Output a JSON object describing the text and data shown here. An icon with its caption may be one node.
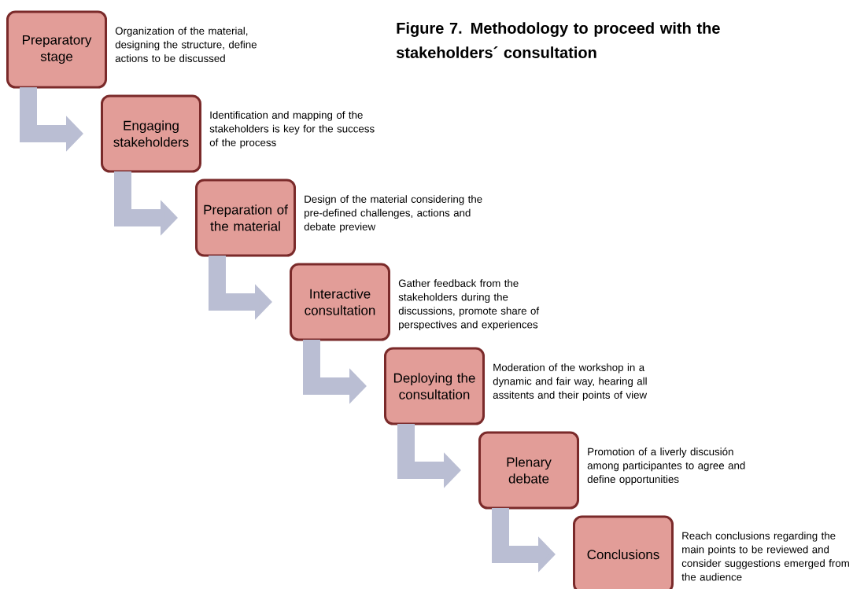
{
  "diagram": {
    "title": "Figure 7. Methodology to proceed with the stakeholders´ consultation",
    "nodes": [
      {
        "text": [
          "Preparatory stage"
        ],
        "beside": [
          "Organization of the material, designing the structure, define actions to be discussed"
        ]
      },
      {
        "text": [
          "Engaging stakeholders"
        ],
        "beside": [
          "Identification and mapping of the stakeholders is key for the success of the process"
        ]
      },
      {
        "text": [
          "Preparation of the material"
        ],
        "beside": [
          "Design of the material considering the pre-defined challenges, actions and debate preview"
        ]
      },
      {
        "text": [
          "Interactive consultation"
        ],
        "beside": [
          "Gather feedback from the stakeholders during the discussions, promote share of perspectives and experiences"
        ]
      },
      {
        "text": [
          "Deploying the consultation"
        ],
        "beside": [
          "Moderation of the workshop in a dynamic and fair way, hearing all assitents and their points of view"
        ]
      },
      {
        "text": [
          "Plenary debate"
        ],
        "beside": [
          "Promotion of a liverly discusión among participantes to agree and define opportunities"
        ]
      },
      {
        "text": [
          "Conclusions"
        ],
        "beside": [
          "Reach conclusions regarding the main points to be reviewed and consider suggestions emerged from the audience"
        ]
      }
    ],
    "edges": [
      {
        "from": 0,
        "to": 1,
        "arrow": "to"
      },
      {
        "from": 1,
        "to": 2,
        "arrow": "to"
      },
      {
        "from": 2,
        "to": 3,
        "arrow": "to"
      },
      {
        "from": 3,
        "to": 4,
        "arrow": "to"
      },
      {
        "from": 4,
        "to": 5,
        "arrow": "to"
      },
      {
        "from": 5,
        "to": 6,
        "arrow": "to"
      }
    ]
  }
}
